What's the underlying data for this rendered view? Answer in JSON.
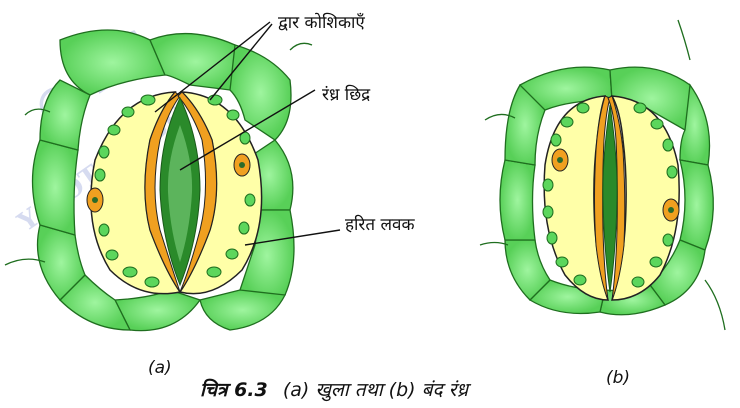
{
  "labels": {
    "guard_cells": "द्वार  कोशिकाएँ",
    "stomatal_pore": "रंध्र  छिद्र",
    "chloroplast": "हरित  लवक"
  },
  "sublabels": {
    "a": "(a)",
    "b": "(b)"
  },
  "caption": {
    "prefix": "चित्र 6.3",
    "text": "(a) खुला तथा (b) बंद रंध्र"
  },
  "watermark": {
    "line1": "© BS",
    "line2": "Y NOT TO BE"
  },
  "colors": {
    "epidermal_cell": "#7be07b",
    "epidermal_cell_edge": "#1f6e1f",
    "guard_cell": "#ffffa8",
    "guard_wall": "#f0a020",
    "pore": "#2a8a2a",
    "chloroplast": "#5cd65c",
    "nucleus": "#f0a020"
  }
}
